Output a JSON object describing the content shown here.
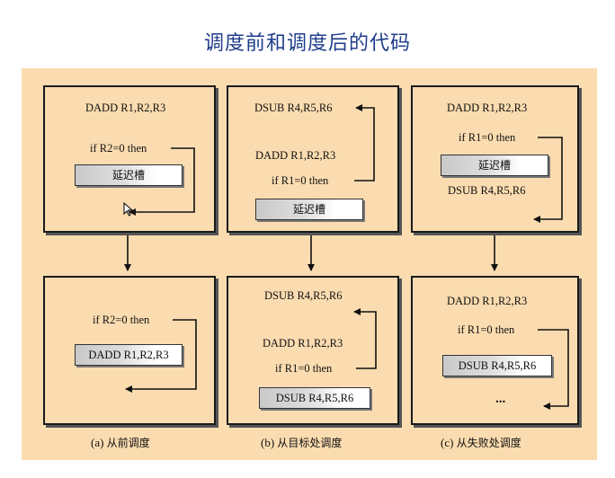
{
  "title": "调度前和调度后的代码",
  "boxes": {
    "a_top": {
      "line1": "DADD R1,R2,R3",
      "line2": "if R2=0 then",
      "slot": "延迟槽"
    },
    "b_top": {
      "line1": "DSUB R4,R5,R6",
      "line2": "DADD R1,R2,R3",
      "line3": "if R1=0 then",
      "slot": "延迟槽"
    },
    "c_top": {
      "line1": "DADD R1,R2,R3",
      "line2": "if R1=0 then",
      "slot": "延迟槽",
      "line3": "DSUB R4,R5,R6"
    },
    "a_bottom": {
      "line1": "if R2=0 then",
      "slot": "DADD R1,R2,R3"
    },
    "b_bottom": {
      "line1": "DSUB R4,R5,R6",
      "line2": "DADD R1,R2,R3",
      "line3": "if R1=0 then",
      "slot": "DSUB R4,R5,R6"
    },
    "c_bottom": {
      "line1": "DADD R1,R2,R3",
      "line2": "if R1=0 then",
      "slot": "DSUB R4,R5,R6",
      "ellipsis": "..."
    }
  },
  "captions": {
    "a_prefix": "(a)",
    "a_text": "从前调度",
    "b_prefix": "(b)",
    "b_text": "从目标处调度",
    "c_prefix": "(c)",
    "c_text": "从失败处调度"
  },
  "colors": {
    "panel": "#fbdcb0",
    "title": "#1f3d8a",
    "border": "#1a1a1a"
  }
}
